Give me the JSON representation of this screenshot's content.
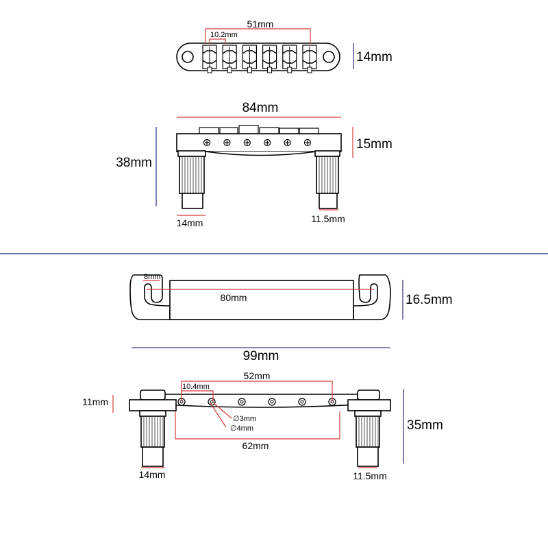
{
  "labels": {
    "top_width": "51mm",
    "top_spacing": "10.2mm",
    "top_depth": "14mm",
    "b1_length": "84mm",
    "b1_overall_height": "38mm",
    "b1_body_height": "15mm",
    "b1_left_post": "14mm",
    "b1_right_post": "11.5mm",
    "tp_slot": "8mm",
    "tp_length": "80mm",
    "tp_height": "16.5mm",
    "tp_overall": "99mm",
    "b2_span": "52mm",
    "b2_spacing": "10.4mm",
    "b2_hole_small": "∅3mm",
    "b2_hole_large": "∅4mm",
    "b2_body": "62mm",
    "b2_left_height": "11mm",
    "b2_height": "35mm",
    "b2_left_post": "14mm",
    "b2_right_post": "11.5mm"
  }
}
